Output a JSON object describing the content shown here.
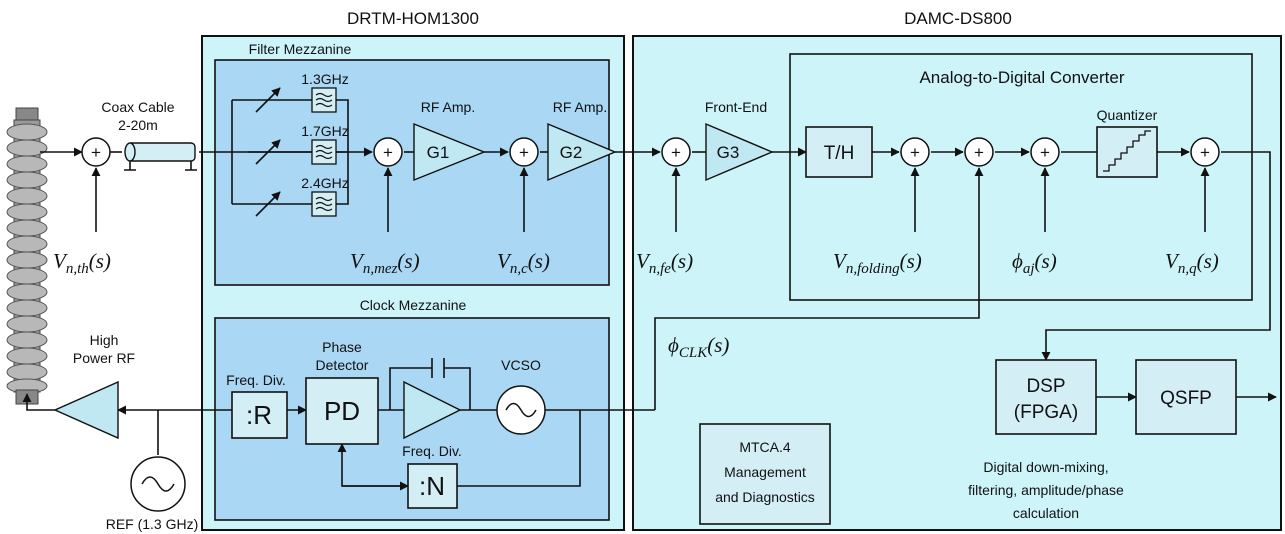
{
  "sections": {
    "drtm": "DRTM-HOM1300",
    "damc": "DAMC-DS800"
  },
  "filter_mezzanine": {
    "title": "Filter Mezzanine",
    "bands": [
      "1.3GHz",
      "1.7GHz",
      "2.4GHz"
    ]
  },
  "clock_mezzanine": {
    "title": "Clock Mezzanine"
  },
  "adc": {
    "title": "Analog-to-Digital Converter",
    "quantizer": "Quantizer"
  },
  "labels": {
    "coax_line1": "Coax Cable",
    "coax_line2": "2-20m",
    "rf_amp_1": "RF Amp.",
    "rf_amp_2": "RF Amp.",
    "front_end": "Front-End",
    "high_power_line1": "High",
    "high_power_line2": "Power RF",
    "ref": "REF (1.3 GHz)",
    "freq_div_r": "Freq. Div.",
    "phase_det_line1": "Phase",
    "phase_det_line2": "Detector",
    "vcso": "VCSO",
    "freq_div_n": "Freq. Div."
  },
  "blocks": {
    "g1": "G1",
    "g2": "G2",
    "g3": "G3",
    "th": "T/H",
    "div_r": ":R",
    "pd": "PD",
    "div_n": ":N",
    "dsp_line1": "DSP",
    "dsp_line2": "(FPGA)",
    "qsfp": "QSFP",
    "mtca_line1": "MTCA.4",
    "mtca_line2": "Management",
    "mtca_line3": "and Diagnostics"
  },
  "dsp_desc": {
    "line1": "Digital down-mixing,",
    "line2": "filtering, amplitude/phase",
    "line3": "calculation"
  },
  "noise_sources": {
    "th": {
      "main": "V",
      "sub": "n,th",
      "arg": "(s)"
    },
    "mez": {
      "main": "V",
      "sub": "n,mez",
      "arg": "(s)"
    },
    "c": {
      "main": "V",
      "sub": "n,c",
      "arg": "(s)"
    },
    "fe": {
      "main": "V",
      "sub": "n,fe",
      "arg": "(s)"
    },
    "folding": {
      "main": "V",
      "sub": "n,folding",
      "arg": "(s)"
    },
    "aj": {
      "main": "ϕ",
      "sub": "aj",
      "arg": "(s)"
    },
    "q": {
      "main": "V",
      "sub": "n,q",
      "arg": "(s)"
    },
    "clk": {
      "main": "ϕ",
      "sub": "CLK",
      "arg": "(s)"
    }
  },
  "colors": {
    "panel_fill": "#ccf4f9",
    "mezzanine_fill": "#a9d7f4",
    "block_fill": "#d4eef6",
    "line": "#111111"
  }
}
